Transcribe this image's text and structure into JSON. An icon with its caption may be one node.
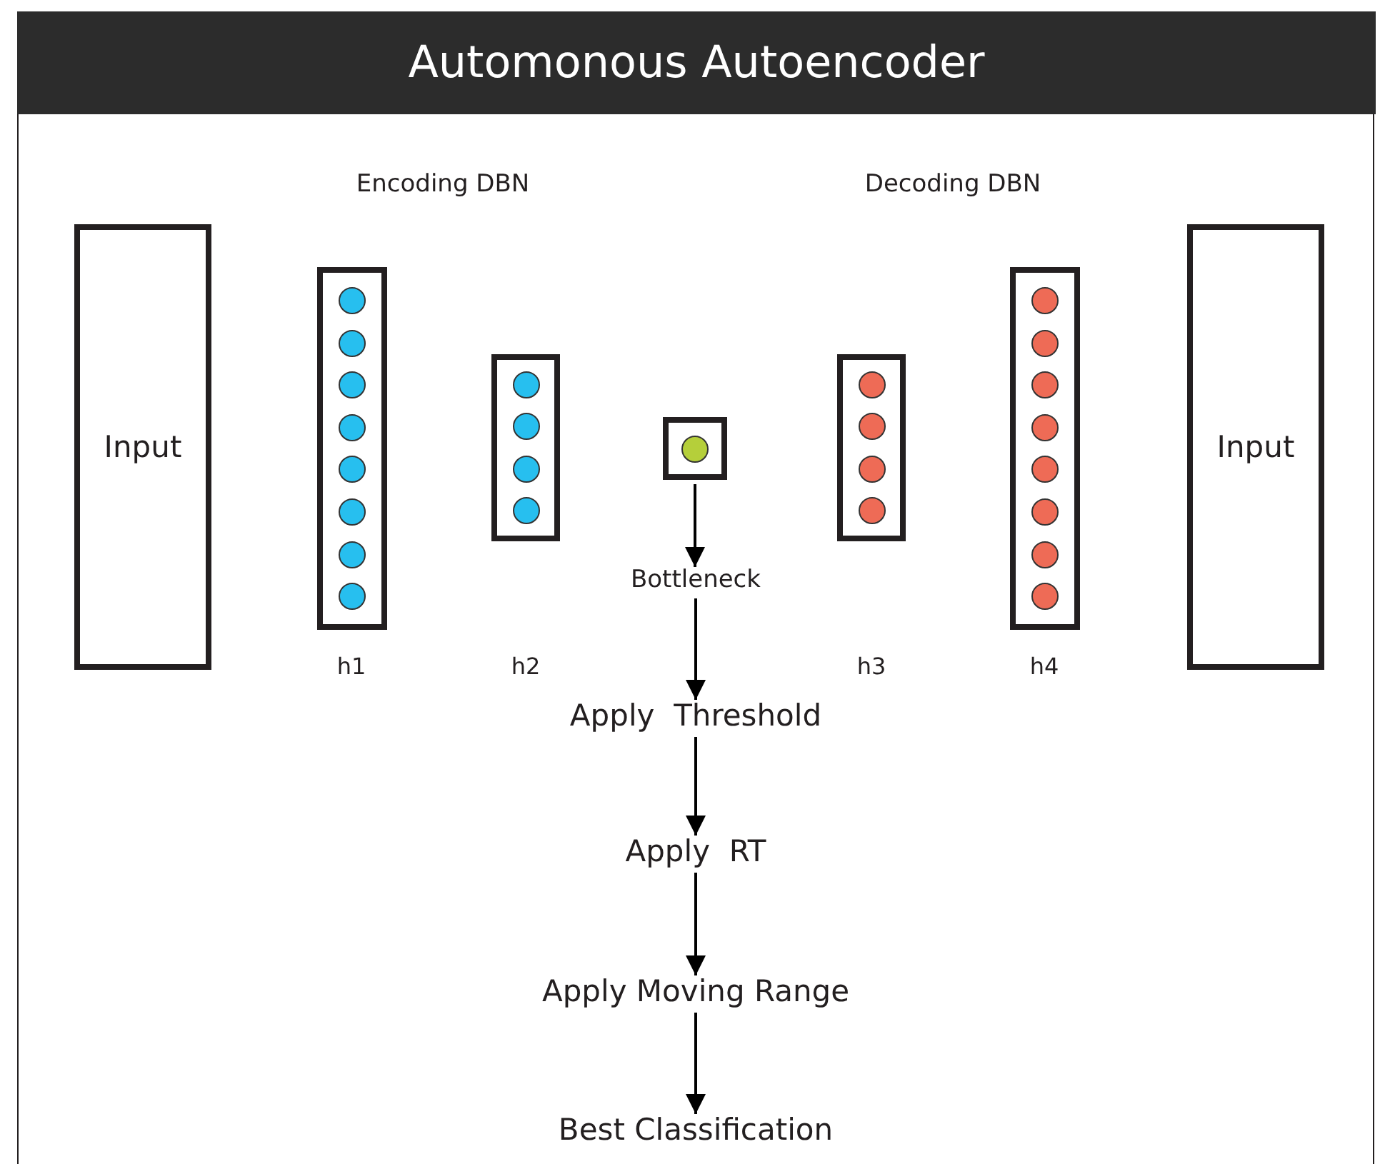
{
  "diagram": {
    "title": "Automonous Autoencoder",
    "nodes": [
      {
        "text": [
          "Input"
        ]
      },
      {
        "text": [],
        "shape": "box"
      },
      {
        "text": [],
        "shape": "circle",
        "in": 1
      },
      {
        "text": [],
        "shape": "circle",
        "in": 1
      },
      {
        "text": [],
        "shape": "circle",
        "in": 1
      },
      {
        "text": [],
        "shape": "circle",
        "in": 1
      },
      {
        "text": [],
        "shape": "circle",
        "in": 1
      },
      {
        "text": [],
        "shape": "circle",
        "in": 1
      },
      {
        "text": [],
        "shape": "circle",
        "in": 1
      },
      {
        "text": [],
        "shape": "circle",
        "in": 1
      },
      {
        "text": [],
        "shape": "box"
      },
      {
        "text": [],
        "shape": "circle",
        "in": 10
      },
      {
        "text": [],
        "shape": "circle",
        "in": 10
      },
      {
        "text": [],
        "shape": "circle",
        "in": 10
      },
      {
        "text": [],
        "shape": "circle",
        "in": 10
      },
      {
        "text": [],
        "shape": "box"
      },
      {
        "text": [],
        "shape": "circle",
        "in": 15
      },
      {
        "text": [],
        "shape": "box"
      },
      {
        "text": [],
        "shape": "circle",
        "in": 17
      },
      {
        "text": [],
        "shape": "circle",
        "in": 17
      },
      {
        "text": [],
        "shape": "circle",
        "in": 17
      },
      {
        "text": [],
        "shape": "circle",
        "in": 17
      },
      {
        "text": [],
        "shape": "box"
      },
      {
        "text": [],
        "shape": "circle",
        "in": 22
      },
      {
        "text": [],
        "shape": "circle",
        "in": 22
      },
      {
        "text": [],
        "shape": "circle",
        "in": 22
      },
      {
        "text": [],
        "shape": "circle",
        "in": 22
      },
      {
        "text": [],
        "shape": "circle",
        "in": 22
      },
      {
        "text": [],
        "shape": "circle",
        "in": 22
      },
      {
        "text": [],
        "shape": "circle",
        "in": 22
      },
      {
        "text": [],
        "shape": "circle",
        "in": 22
      },
      {
        "text": [
          "Input"
        ]
      },
      {
        "text": [
          "Bottleneck"
        ]
      },
      {
        "text": [
          "Apply  Threshold"
        ]
      },
      {
        "text": [
          "Apply  RT"
        ]
      },
      {
        "text": [
          "Apply Moving Range"
        ]
      },
      {
        "text": [
          "Best Classification"
        ]
      }
    ],
    "edges": [
      {
        "from": 15,
        "to": 32,
        "arrow": "to"
      },
      {
        "from": 32,
        "to": 33,
        "arrow": "to"
      },
      {
        "from": 33,
        "to": 34,
        "arrow": "to"
      },
      {
        "from": 34,
        "to": 35,
        "arrow": "to"
      },
      {
        "from": 35,
        "to": 36,
        "arrow": "to"
      }
    ],
    "labels": [
      "Encoding DBN",
      "Decoding DBN",
      "h1",
      "h2",
      "h3",
      "h4"
    ]
  }
}
